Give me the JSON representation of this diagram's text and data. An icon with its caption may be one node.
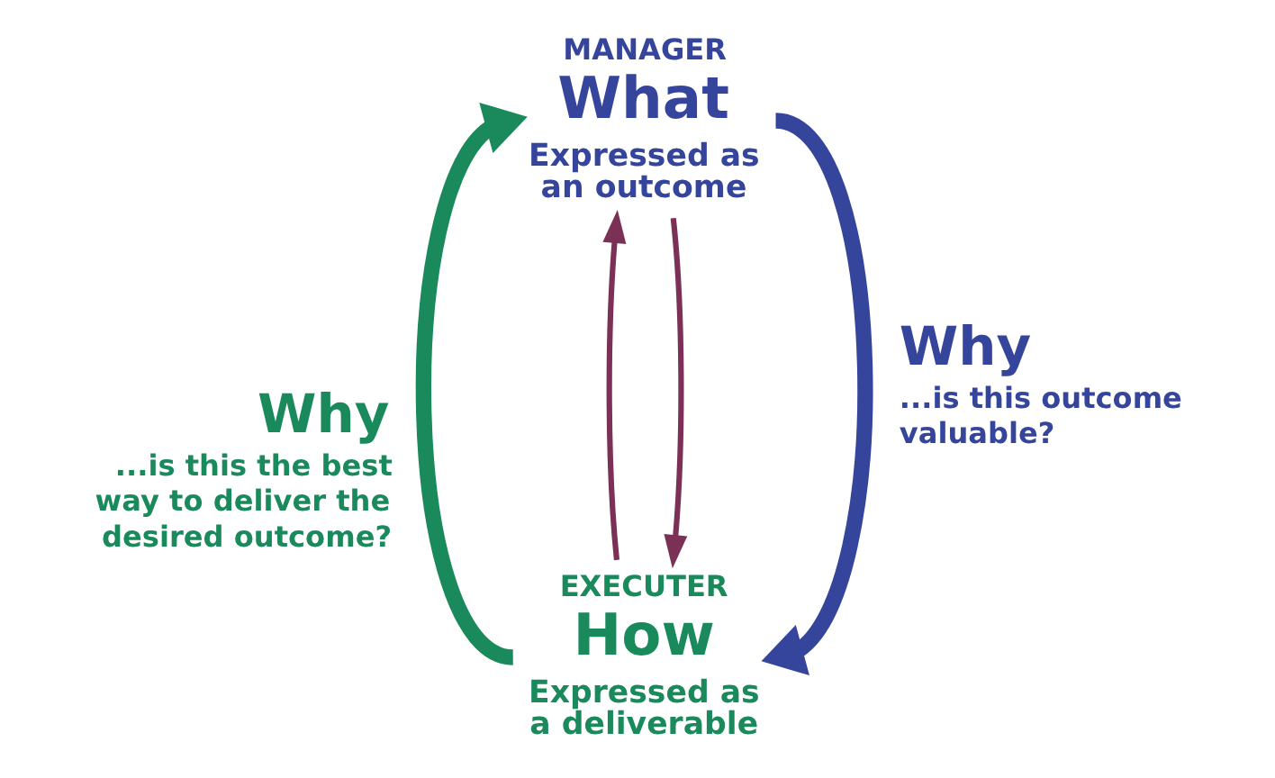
{
  "diagram": {
    "nodes": [
      {
        "text": [
          "MANAGER",
          "What",
          "Expressed as an outcome"
        ]
      },
      {
        "text": [
          "EXECUTER",
          "How",
          "Expressed as a deliverable"
        ]
      }
    ],
    "edges": [
      {
        "from": 1,
        "to": 0,
        "arrow": "to",
        "style": "thick",
        "color": "#1a8a5c",
        "label": "Why ...is this the best way to deliver the desired outcome?"
      },
      {
        "from": 1,
        "to": 0,
        "arrow": "to",
        "color": "#7b3055"
      },
      {
        "from": 0,
        "to": 1,
        "arrow": "to",
        "color": "#7b3055"
      },
      {
        "from": 0,
        "to": 1,
        "arrow": "to",
        "style": "thick",
        "color": "#35459c",
        "label": "Why ...is this outcome valuable?"
      }
    ]
  }
}
